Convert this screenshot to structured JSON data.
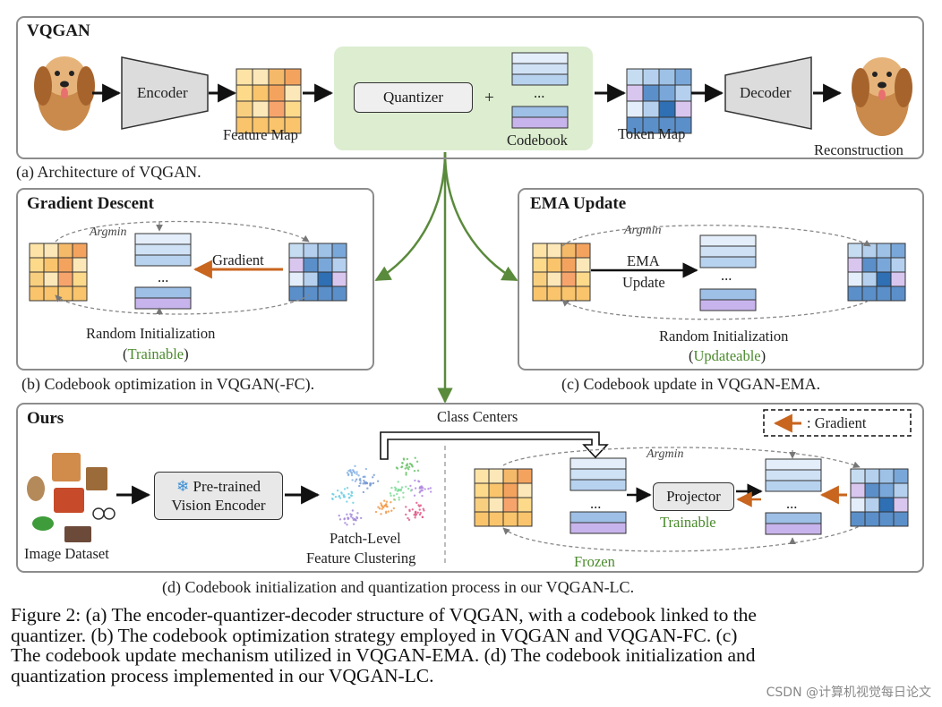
{
  "panel_a": {
    "title": "VQGAN",
    "encoder": "Encoder",
    "feature_map": "Feature Map",
    "quantizer": "Quantizer",
    "plus": "+",
    "codebook_dots": "...",
    "codebook": "Codebook",
    "token_map": "Token Map",
    "decoder": "Decoder",
    "reconstruction": "Reconstruction",
    "caption": "(a) Architecture of VQGAN."
  },
  "panel_b": {
    "title": "Gradient Descent",
    "argmin": "Argmin",
    "gradient": "Gradient",
    "dots": "...",
    "random_init": "Random Initialization",
    "trainable": "Trainable",
    "caption": "(b) Codebook optimization in VQGAN(-FC)."
  },
  "panel_c": {
    "title": "EMA Update",
    "argmin": "Argmin",
    "ema": "EMA",
    "update": "Update",
    "dots": "...",
    "random_init": "Random Initialization",
    "updateable": "Updateable",
    "caption": "(c) Codebook update in VQGAN-EMA."
  },
  "panel_d": {
    "title": "Ours",
    "class_centers": "Class Centers",
    "legend_gradient": ": Gradient",
    "image_dataset": "Image Dataset",
    "vision_encoder_line1": "Pre-trained",
    "vision_encoder_line2": "Vision Encoder",
    "clustering_line1": "Patch-Level",
    "clustering_line2": "Feature Clustering",
    "argmin": "Argmin",
    "projector": "Projector",
    "trainable": "Trainable",
    "frozen": "Frozen",
    "dots": "...",
    "caption": "(d) Codebook initialization and quantization process in our VQGAN-LC."
  },
  "figure_caption": {
    "line1": "Figure 2: (a) The encoder-quantizer-decoder structure of VQGAN, with a codebook linked to the",
    "line2": "quantizer.  (b) The codebook optimization strategy employed in VQGAN and VQGAN-FC. (c)",
    "line3": "The codebook update mechanism utilized in VQGAN-EMA. (d) The codebook initialization and",
    "line4": "quantization process implemented in our VQGAN-LC."
  },
  "watermark": "CSDN @计算机视觉每日论文",
  "colors": {
    "panel_border": "#8c8c8c",
    "quantizer_bg": "#dcedd0",
    "green_arrow": "#5a8a3c",
    "gradient_arrow": "#c8651e",
    "trainable_text": "#4a8a2c"
  }
}
